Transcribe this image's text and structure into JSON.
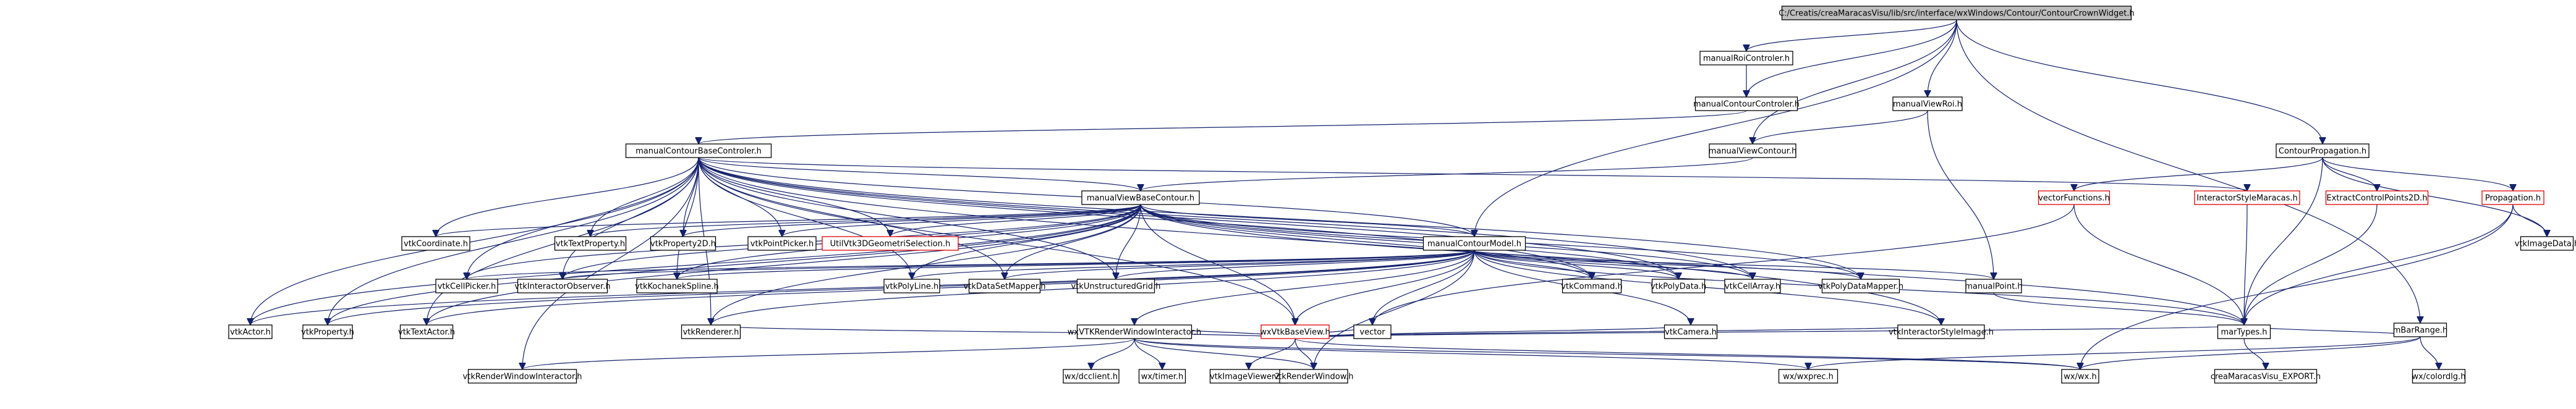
{
  "colors": {
    "edge": "#14216b",
    "root_fill": "#bfbfbf",
    "node_border": "#000000",
    "undocumented_border": "#e00000",
    "background": "#ffffff"
  },
  "nodes": [
    {
      "id": "root",
      "label": "C:/Creatis/creaMaracasVisu/lib/src/interface/wxWindows/Contour/ContourCrownWidget.h",
      "kind": "root"
    },
    {
      "id": "rioc",
      "label": "manualRoiControler.h"
    },
    {
      "id": "mcc",
      "label": "manualContourControler.h"
    },
    {
      "id": "mvroi",
      "label": "manualViewRoi.h"
    },
    {
      "id": "cprop",
      "label": "ContourPropagation.h"
    },
    {
      "id": "mbcc",
      "label": "manualContourBaseControler.h"
    },
    {
      "id": "mvc",
      "label": "manualViewContour.h"
    },
    {
      "id": "mvbc",
      "label": "manualViewBaseContour.h"
    },
    {
      "id": "vecf",
      "label": "vectorFunctions.h",
      "kind": "undoc"
    },
    {
      "id": "ism",
      "label": "InteractorStyleMaracas.h",
      "kind": "undoc"
    },
    {
      "id": "ecp",
      "label": "ExtractControlPoints2D.h",
      "kind": "undoc"
    },
    {
      "id": "prop",
      "label": "Propagation.h",
      "kind": "undoc"
    },
    {
      "id": "vcoord",
      "label": "vtkCoordinate.h"
    },
    {
      "id": "vtprop",
      "label": "vtkTextProperty.h"
    },
    {
      "id": "vprop2d",
      "label": "vtkProperty2D.h"
    },
    {
      "id": "vpp",
      "label": "vtkPointPicker.h"
    },
    {
      "id": "uv3d",
      "label": "UtilVtk3DGeometriSelection.h",
      "kind": "undoc"
    },
    {
      "id": "mcm",
      "label": "manualContourModel.h"
    },
    {
      "id": "vid",
      "label": "vtkImageData.h"
    },
    {
      "id": "vcp",
      "label": "vtkCellPicker.h"
    },
    {
      "id": "vio",
      "label": "vtkInteractorObserver.h"
    },
    {
      "id": "vks",
      "label": "vtkKochanekSpline.h"
    },
    {
      "id": "vpl",
      "label": "vtkPolyLine.h"
    },
    {
      "id": "vdsm",
      "label": "vtkDataSetMapper.h"
    },
    {
      "id": "vug",
      "label": "vtkUnstructuredGrid.h"
    },
    {
      "id": "vcmd",
      "label": "vtkCommand.h"
    },
    {
      "id": "vpd",
      "label": "vtkPolyData.h"
    },
    {
      "id": "vca",
      "label": "vtkCellArray.h"
    },
    {
      "id": "vpdm",
      "label": "vtkPolyDataMapper.h"
    },
    {
      "id": "mpt",
      "label": "manualPoint.h"
    },
    {
      "id": "mbr",
      "label": "mBarRange.h"
    },
    {
      "id": "vact",
      "label": "vtkActor.h"
    },
    {
      "id": "vprop",
      "label": "vtkProperty.h"
    },
    {
      "id": "vta",
      "label": "vtkTextActor.h"
    },
    {
      "id": "vren",
      "label": "vtkRenderer.h"
    },
    {
      "id": "wbv",
      "label": "wxVtkBaseView.h",
      "kind": "undoc"
    },
    {
      "id": "vector",
      "label": "vector"
    },
    {
      "id": "wxrwi",
      "label": "wxVTKRenderWindowInteractor.h"
    },
    {
      "id": "vcam",
      "label": "vtkCamera.h"
    },
    {
      "id": "visi",
      "label": "vtkInteractorStyleImage.h"
    },
    {
      "id": "mtypes",
      "label": "marTypes.h"
    },
    {
      "id": "wxcd",
      "label": "wx/colordlg.h"
    },
    {
      "id": "viv2",
      "label": "vtkImageViewer2.h"
    },
    {
      "id": "vrwi",
      "label": "vtkRenderWindowInteractor.h"
    },
    {
      "id": "wxdc",
      "label": "wx/dcclient.h"
    },
    {
      "id": "wxtm",
      "label": "wx/timer.h"
    },
    {
      "id": "vrw",
      "label": "vtkRenderWindow.h"
    },
    {
      "id": "wxprec",
      "label": "wx/wxprec.h"
    },
    {
      "id": "wxwx",
      "label": "wx/wx.h"
    },
    {
      "id": "cexp",
      "label": "creaMaracasVisu_EXPORT.h"
    }
  ],
  "edges": [
    [
      "root",
      "rioc"
    ],
    [
      "root",
      "mcc"
    ],
    [
      "root",
      "mvroi"
    ],
    [
      "root",
      "cprop"
    ],
    [
      "root",
      "mcm"
    ],
    [
      "root",
      "mvc"
    ],
    [
      "root",
      "mbr"
    ],
    [
      "rioc",
      "mcc"
    ],
    [
      "mcc",
      "mbcc"
    ],
    [
      "mvroi",
      "mvc"
    ],
    [
      "mvroi",
      "mpt"
    ],
    [
      "cprop",
      "vecf"
    ],
    [
      "cprop",
      "ecp"
    ],
    [
      "cprop",
      "prop"
    ],
    [
      "cprop",
      "mtypes"
    ],
    [
      "cprop",
      "vid"
    ],
    [
      "mvc",
      "mvbc"
    ],
    [
      "mbcc",
      "mvbc"
    ],
    [
      "mbcc",
      "mcm"
    ],
    [
      "mbcc",
      "vcoord"
    ],
    [
      "mbcc",
      "vtprop"
    ],
    [
      "mbcc",
      "vprop2d"
    ],
    [
      "mbcc",
      "vpp"
    ],
    [
      "mbcc",
      "uv3d"
    ],
    [
      "mbcc",
      "vcp"
    ],
    [
      "mbcc",
      "vio"
    ],
    [
      "mbcc",
      "vks"
    ],
    [
      "mbcc",
      "vpl"
    ],
    [
      "mbcc",
      "vdsm"
    ],
    [
      "mbcc",
      "vug"
    ],
    [
      "mbcc",
      "vcmd"
    ],
    [
      "mbcc",
      "vpd"
    ],
    [
      "mbcc",
      "vca"
    ],
    [
      "mbcc",
      "vpdm"
    ],
    [
      "mbcc",
      "vact"
    ],
    [
      "mbcc",
      "vprop"
    ],
    [
      "mbcc",
      "vta"
    ],
    [
      "mbcc",
      "vren"
    ],
    [
      "mbcc",
      "wbv"
    ],
    [
      "mbcc",
      "vrwi"
    ],
    [
      "mbcc",
      "ism"
    ],
    [
      "mbcc",
      "visi"
    ],
    [
      "mvbc",
      "mcm"
    ],
    [
      "mvbc",
      "vcoord"
    ],
    [
      "mvbc",
      "vtprop"
    ],
    [
      "mvbc",
      "vprop2d"
    ],
    [
      "mvbc",
      "vpp"
    ],
    [
      "mvbc",
      "uv3d"
    ],
    [
      "mvbc",
      "vcp"
    ],
    [
      "mvbc",
      "vio"
    ],
    [
      "mvbc",
      "vks"
    ],
    [
      "mvbc",
      "vpl"
    ],
    [
      "mvbc",
      "vdsm"
    ],
    [
      "mvbc",
      "vug"
    ],
    [
      "mvbc",
      "vcmd"
    ],
    [
      "mvbc",
      "vpd"
    ],
    [
      "mvbc",
      "vca"
    ],
    [
      "mvbc",
      "vpdm"
    ],
    [
      "mvbc",
      "vact"
    ],
    [
      "mvbc",
      "vprop"
    ],
    [
      "mvbc",
      "vta"
    ],
    [
      "mvbc",
      "vren"
    ],
    [
      "mvbc",
      "wbv"
    ],
    [
      "mvbc",
      "mtypes"
    ],
    [
      "mcm",
      "vcp"
    ],
    [
      "mcm",
      "vio"
    ],
    [
      "mcm",
      "vks"
    ],
    [
      "mcm",
      "vpl"
    ],
    [
      "mcm",
      "vdsm"
    ],
    [
      "mcm",
      "vug"
    ],
    [
      "mcm",
      "vcmd"
    ],
    [
      "mcm",
      "vpd"
    ],
    [
      "mcm",
      "vca"
    ],
    [
      "mcm",
      "vpdm"
    ],
    [
      "mcm",
      "mpt"
    ],
    [
      "mcm",
      "vact"
    ],
    [
      "mcm",
      "vprop"
    ],
    [
      "mcm",
      "vta"
    ],
    [
      "mcm",
      "vren"
    ],
    [
      "mcm",
      "wbv"
    ],
    [
      "mcm",
      "vector"
    ],
    [
      "mcm",
      "vcam"
    ],
    [
      "mcm",
      "visi"
    ],
    [
      "mcm",
      "mtypes"
    ],
    [
      "mcm",
      "vrw"
    ],
    [
      "mcm",
      "wxrwi"
    ],
    [
      "vecf",
      "vector"
    ],
    [
      "vecf",
      "mtypes"
    ],
    [
      "ism",
      "mtypes"
    ],
    [
      "ecp",
      "mtypes"
    ],
    [
      "prop",
      "mtypes"
    ],
    [
      "prop",
      "vid"
    ],
    [
      "prop",
      "wxwx"
    ],
    [
      "mpt",
      "mtypes"
    ],
    [
      "wbv",
      "vren"
    ],
    [
      "wbv",
      "vector"
    ],
    [
      "wbv",
      "wxrwi"
    ],
    [
      "wbv",
      "vcam"
    ],
    [
      "wbv",
      "visi"
    ],
    [
      "wbv",
      "mtypes"
    ],
    [
      "wbv",
      "viv2"
    ],
    [
      "wbv",
      "vrw"
    ],
    [
      "wbv",
      "wxwx"
    ],
    [
      "wxrwi",
      "vrwi"
    ],
    [
      "wxrwi",
      "wxdc"
    ],
    [
      "wxrwi",
      "wxtm"
    ],
    [
      "wxrwi",
      "vrw"
    ],
    [
      "wxrwi",
      "wxprec"
    ],
    [
      "wxrwi",
      "wxwx"
    ],
    [
      "mbr",
      "mtypes"
    ],
    [
      "mbr",
      "wxcd"
    ],
    [
      "mbr",
      "wxwx"
    ],
    [
      "mbr",
      "wxprec"
    ],
    [
      "mtypes",
      "cexp"
    ]
  ]
}
